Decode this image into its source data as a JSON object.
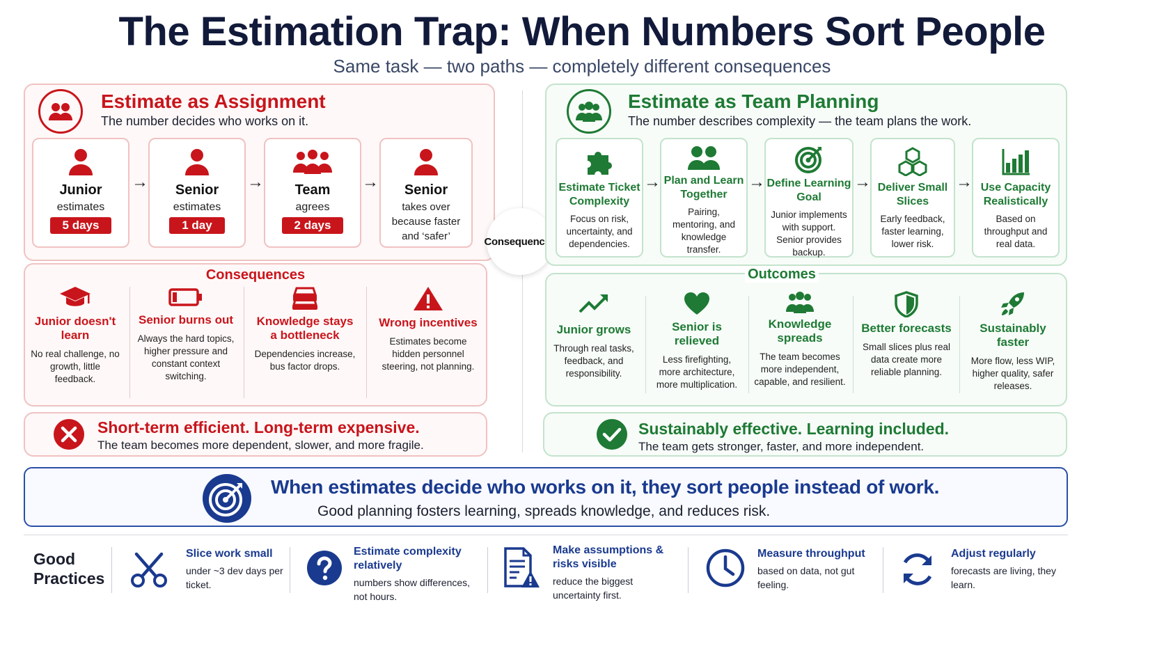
{
  "header": {
    "title": "The Estimation Trap: When Numbers Sort People",
    "subtitle": "Same task — two paths — completely different consequences"
  },
  "left": {
    "icon": "people-icon",
    "title": "Estimate as Assignment",
    "subtitle": "The number decides who works on it.",
    "steps": [
      {
        "icon": "person-icon",
        "who": "Junior",
        "what": "estimates",
        "badge": "5 days"
      },
      {
        "icon": "person-icon",
        "who": "Senior",
        "what": "estimates",
        "badge": "1 day"
      },
      {
        "icon": "team-icon",
        "who": "Team",
        "what": "agrees",
        "badge": "2 days"
      },
      {
        "icon": "person-icon",
        "who": "Senior",
        "what": "takes over because faster and ‘safer’"
      }
    ],
    "consequences_label": "Consequences",
    "consequences": [
      {
        "icon": "graduation-cap-icon",
        "title": "Junior doesn't learn",
        "desc": "No real challenge, no growth, little feedback."
      },
      {
        "icon": "battery-low-icon",
        "title": "Senior burns out",
        "desc": "Always the hard topics, higher pressure and constant context switching."
      },
      {
        "icon": "traffic-jam-icon",
        "title": "Knowledge stays a bottleneck",
        "desc": "Dependencies increase, bus factor drops."
      },
      {
        "icon": "warning-icon",
        "title": "Wrong incentives",
        "desc": "Estimates become hidden personnel steering, not planning."
      }
    ],
    "summary": {
      "icon": "x-circle-icon",
      "title": "Short-term efficient. Long-term expensive.",
      "desc": "The team becomes more dependent, slower, and more fragile."
    }
  },
  "middle": {
    "label": "Consequences"
  },
  "right": {
    "icon": "people-icon",
    "title": "Estimate as Team Planning",
    "subtitle": "The number describes complexity — the team plans the work.",
    "steps": [
      {
        "icon": "puzzle-icon",
        "title": "Estimate Ticket Complexity",
        "desc": "Focus on risk, uncertainty, and dependencies."
      },
      {
        "icon": "pair-icon",
        "title": "Plan and Learn Together",
        "desc": "Pairing, mentoring, and knowledge transfer."
      },
      {
        "icon": "target-icon",
        "title": "Define Learning Goal",
        "desc": "Junior implements with support. Senior provides backup."
      },
      {
        "icon": "cubes-icon",
        "title": "Deliver Small Slices",
        "desc": "Early feedback, faster learning, lower risk."
      },
      {
        "icon": "bar-chart-icon",
        "title": "Use Capacity Realistically",
        "desc": "Based on throughput and real data."
      }
    ],
    "outcomes_label": "Outcomes",
    "outcomes": [
      {
        "icon": "trend-up-icon",
        "title": "Junior grows",
        "desc": "Through real tasks, feedback, and responsibility."
      },
      {
        "icon": "heart-icon",
        "title": "Senior is relieved",
        "desc": "Less firefighting, more architecture, more multiplication."
      },
      {
        "icon": "team-icon",
        "title": "Knowledge spreads",
        "desc": "The team becomes more independent, capable, and resilient."
      },
      {
        "icon": "shield-icon",
        "title": "Better forecasts",
        "desc": "Small slices plus real data create more reliable planning."
      },
      {
        "icon": "rocket-icon",
        "title": "Sustainably faster",
        "desc": "More flow, less WIP, higher quality, safer releases."
      }
    ],
    "summary": {
      "icon": "check-circle-icon",
      "title": "Sustainably effective. Learning included.",
      "desc": "The team gets stronger, faster, and more independent."
    }
  },
  "banner": {
    "icon": "target-icon",
    "title": "When estimates decide who works on it, they sort people instead of work.",
    "sub": "Good planning fosters learning, spreads knowledge, and reduces risk."
  },
  "practices": {
    "label_line1": "Good",
    "label_line2": "Practices",
    "items": [
      {
        "icon": "scissors-icon",
        "title": "Slice work small",
        "desc": "under ~3 dev days per ticket."
      },
      {
        "icon": "question-icon",
        "title": "Estimate complexity relatively",
        "desc": "numbers show differences, not hours."
      },
      {
        "icon": "document-warning-icon",
        "title": "Make assumptions & risks visible",
        "desc": "reduce the biggest uncertainty first."
      },
      {
        "icon": "clock-icon",
        "title": "Measure throughput",
        "desc": "based on data, not gut feeling."
      },
      {
        "icon": "refresh-icon",
        "title": "Adjust regularly",
        "desc": "forecasts are living, they learn."
      }
    ]
  },
  "colors": {
    "red": "#c8151b",
    "green": "#1e7a34",
    "blue": "#1a3a8f"
  }
}
